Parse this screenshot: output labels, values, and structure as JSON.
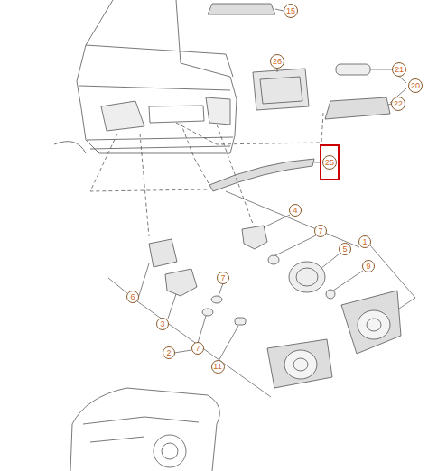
{
  "diagram": {
    "labels": [
      "15",
      "26",
      "21",
      "20",
      "22",
      "25",
      "4",
      "1",
      "7",
      "5",
      "9",
      "6",
      "3",
      "7",
      "7",
      "2",
      "11"
    ]
  }
}
